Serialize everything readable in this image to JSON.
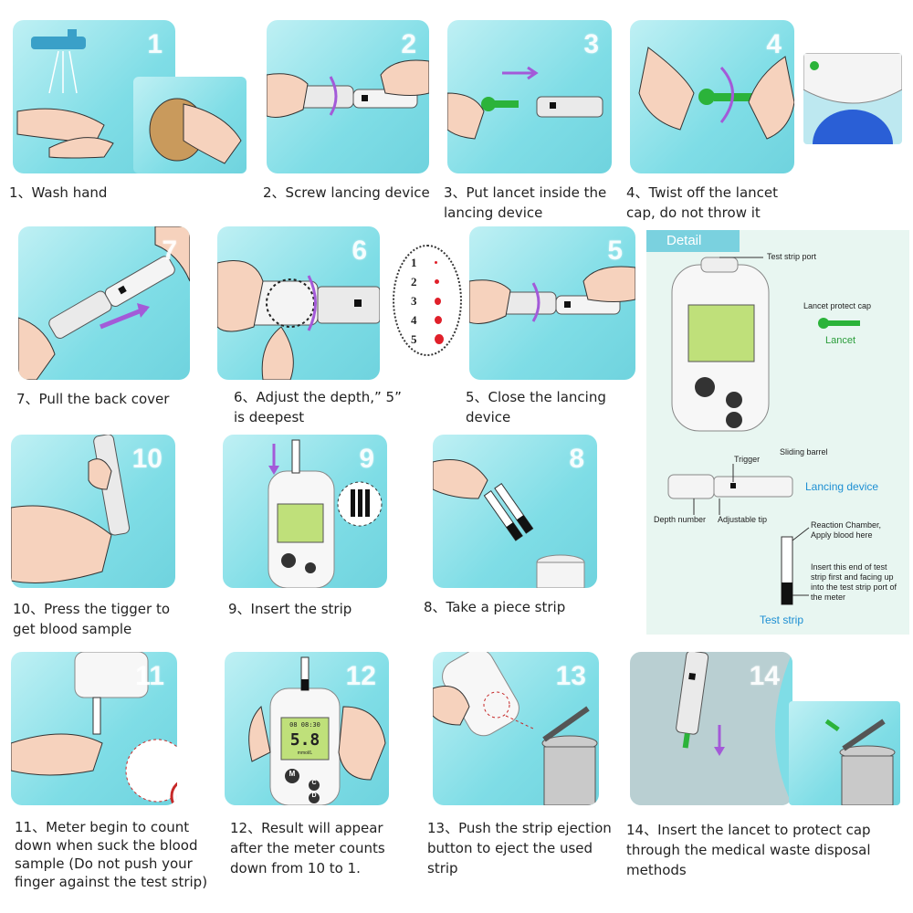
{
  "steps": [
    {
      "num": "1",
      "caption": "1、Wash hand"
    },
    {
      "num": "2",
      "caption": "2、Screw lancing device"
    },
    {
      "num": "3",
      "caption": "3、Put lancet inside the lancing device"
    },
    {
      "num": "4",
      "caption": "4、Twist off the lancet cap, do not throw it"
    },
    {
      "num": "7",
      "caption": "7、Pull the back cover"
    },
    {
      "num": "6",
      "caption": "6、Adjust the depth,” 5” is deepest"
    },
    {
      "num": "5",
      "caption": "5、Close the lancing device"
    },
    {
      "num": "10",
      "caption": "10、Press the tigger to get blood sample"
    },
    {
      "num": "9",
      "caption": "9、Insert the strip"
    },
    {
      "num": "8",
      "caption": "8、Take a piece strip"
    },
    {
      "num": "11",
      "caption": "11、Meter begin to count down when suck the blood sample (Do not push your finger against the test strip)"
    },
    {
      "num": "12",
      "caption": "12、Result will appear after the meter counts down from 10 to 1."
    },
    {
      "num": "13",
      "caption": "13、Push the strip ejection button to eject the used strip"
    },
    {
      "num": "14",
      "caption": "14、Insert the lancet to protect cap through the medical waste disposal methods"
    }
  ],
  "depth_scale": [
    "1",
    "2",
    "3",
    "4",
    "5"
  ],
  "meter_reading": {
    "time": "08 08:30",
    "value": "5.8",
    "unit": "mmol/L"
  },
  "meter_buttons": {
    "m": "M",
    "c": "C",
    "d": "D"
  },
  "detail": {
    "tab": "Detail",
    "test_strip_port": "Test strip port",
    "lancet_protect_cap": "Lancet protect cap",
    "lancet": "Lancet",
    "trigger": "Trigger",
    "sliding_barrel": "Sliding barrel",
    "lancing_device": "Lancing device",
    "depth_number": "Depth number",
    "adjustable_tip": "Adjustable tip",
    "reaction_chamber": "Reaction Chamber, Apply blood here",
    "insert_end": "Insert this end of test strip first and facing up into the test strip port of the meter",
    "test_strip": "Test strip"
  },
  "colors": {
    "panel": "#7fdde6",
    "accent_blue": "#1d8fd3",
    "lancet_green": "#2bb33a",
    "arrow_purple": "#a35ad8",
    "blood": "#e0202a"
  }
}
